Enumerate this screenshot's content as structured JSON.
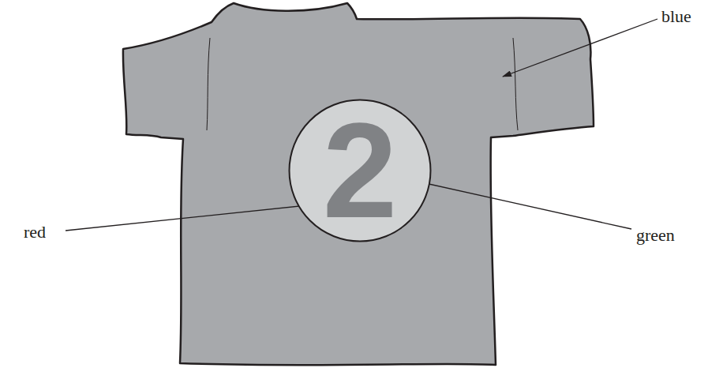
{
  "diagram": {
    "nodes": [
      {
        "text": [
          "2"
        ]
      }
    ],
    "labels": [
      "blue",
      "red",
      "green"
    ]
  }
}
